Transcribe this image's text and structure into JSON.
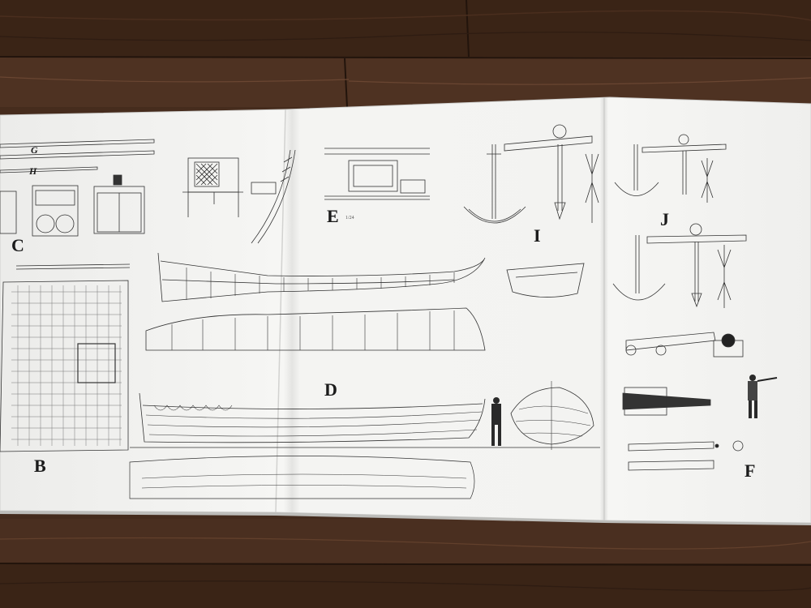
{
  "plan_labels": {
    "g": "G",
    "h": "H",
    "c": "C",
    "e": "E",
    "e_scale": "1/24",
    "i": "I",
    "j": "J",
    "b": "B",
    "d": "D",
    "f": "F"
  },
  "colors": {
    "wood_dark": "#3d2618",
    "wood_light": "#6b4630",
    "paper": "#f4f4f2",
    "ink": "#2a2a2a"
  }
}
